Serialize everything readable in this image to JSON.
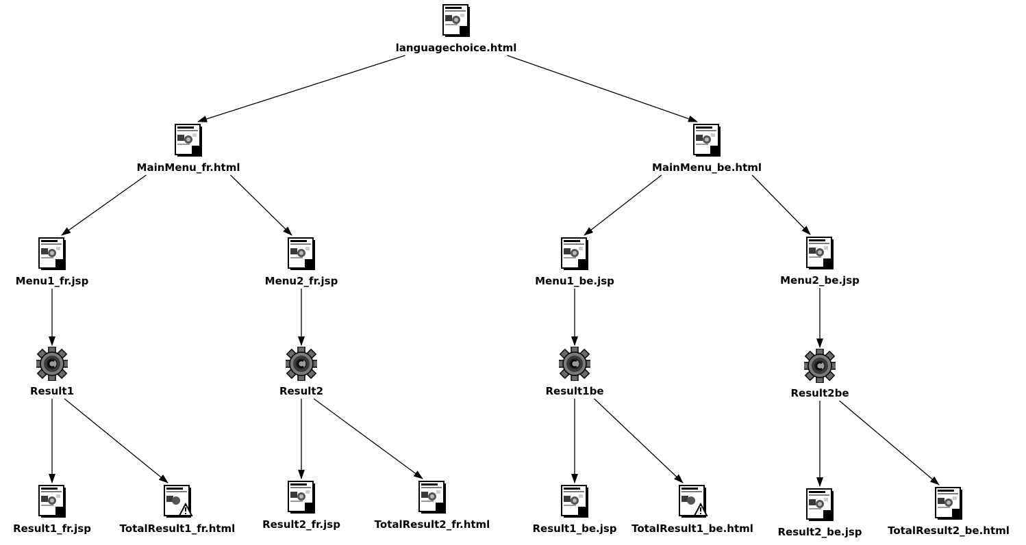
{
  "nodes": [
    {
      "id": "languagechoice",
      "label": "languagechoice.html",
      "icon": "page-icon"
    },
    {
      "id": "mainmenu_fr",
      "label": "MainMenu_fr.html",
      "icon": "page-icon"
    },
    {
      "id": "mainmenu_be",
      "label": "MainMenu_be.html",
      "icon": "page-icon"
    },
    {
      "id": "menu1_fr",
      "label": "Menu1_fr.jsp",
      "icon": "page-icon"
    },
    {
      "id": "menu2_fr",
      "label": "Menu2_fr.jsp",
      "icon": "page-icon"
    },
    {
      "id": "menu1_be",
      "label": "Menu1_be.jsp",
      "icon": "page-icon"
    },
    {
      "id": "menu2_be",
      "label": "Menu2_be.jsp",
      "icon": "page-icon"
    },
    {
      "id": "result1",
      "label": "Result1",
      "icon": "gear-icon"
    },
    {
      "id": "result2",
      "label": "Result2",
      "icon": "gear-icon"
    },
    {
      "id": "result1be",
      "label": "Result1be",
      "icon": "gear-icon"
    },
    {
      "id": "result2be",
      "label": "Result2be",
      "icon": "gear-icon"
    },
    {
      "id": "result1_fr",
      "label": "Result1_fr.jsp",
      "icon": "page-icon"
    },
    {
      "id": "totalresult1_fr",
      "label": "TotalResult1_fr.html",
      "icon": "warning-page-icon"
    },
    {
      "id": "result2_fr",
      "label": "Result2_fr.jsp",
      "icon": "page-icon"
    },
    {
      "id": "totalresult2_fr",
      "label": "TotalResult2_fr.html",
      "icon": "page-icon"
    },
    {
      "id": "result1_be",
      "label": "Result1_be.jsp",
      "icon": "page-icon"
    },
    {
      "id": "totalresult1_be",
      "label": "TotalResult1_be.html",
      "icon": "warning-page-icon"
    },
    {
      "id": "result2_be",
      "label": "Result2_be.jsp",
      "icon": "page-icon"
    },
    {
      "id": "totalresult2_be",
      "label": "TotalResult2_be.html",
      "icon": "page-icon"
    }
  ],
  "edges": [
    {
      "from": "languagechoice",
      "to": "mainmenu_fr"
    },
    {
      "from": "languagechoice",
      "to": "mainmenu_be"
    },
    {
      "from": "mainmenu_fr",
      "to": "menu1_fr"
    },
    {
      "from": "mainmenu_fr",
      "to": "menu2_fr"
    },
    {
      "from": "mainmenu_be",
      "to": "menu1_be"
    },
    {
      "from": "mainmenu_be",
      "to": "menu2_be"
    },
    {
      "from": "menu1_fr",
      "to": "result1"
    },
    {
      "from": "menu2_fr",
      "to": "result2"
    },
    {
      "from": "menu1_be",
      "to": "result1be"
    },
    {
      "from": "menu2_be",
      "to": "result2be"
    },
    {
      "from": "result1",
      "to": "result1_fr"
    },
    {
      "from": "result1",
      "to": "totalresult1_fr"
    },
    {
      "from": "result2",
      "to": "result2_fr"
    },
    {
      "from": "result2",
      "to": "totalresult2_fr"
    },
    {
      "from": "result1be",
      "to": "result1_be"
    },
    {
      "from": "result1be",
      "to": "totalresult1_be"
    },
    {
      "from": "result2be",
      "to": "result2_be"
    },
    {
      "from": "result2be",
      "to": "totalresult2_be"
    }
  ]
}
